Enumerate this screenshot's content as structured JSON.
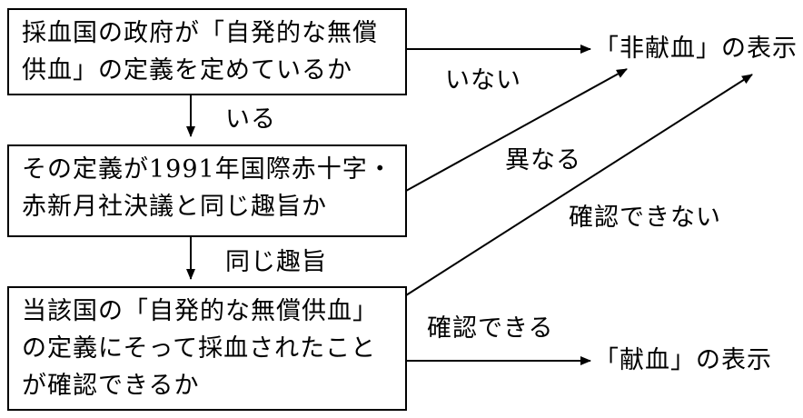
{
  "boxes": {
    "q1": "採血国の政府が「自発的な無償\n供血」の定義を定めているか",
    "q2": "その定義が1991年国際赤十字・\n赤新月社決議と同じ趣旨か",
    "q3": "当該国の「自発的な無償供血」\nの定義にそって採血されたこと\nが確認できるか"
  },
  "edges": {
    "q1_no": "いない",
    "q1_yes": "いる",
    "q2_no": "異なる",
    "q2_yes": "同じ趣旨",
    "q3_no": "確認できない",
    "q3_yes": "確認できる"
  },
  "outcomes": {
    "non_donated": "「非献血」の表示",
    "donated": "「献血」の表示"
  }
}
